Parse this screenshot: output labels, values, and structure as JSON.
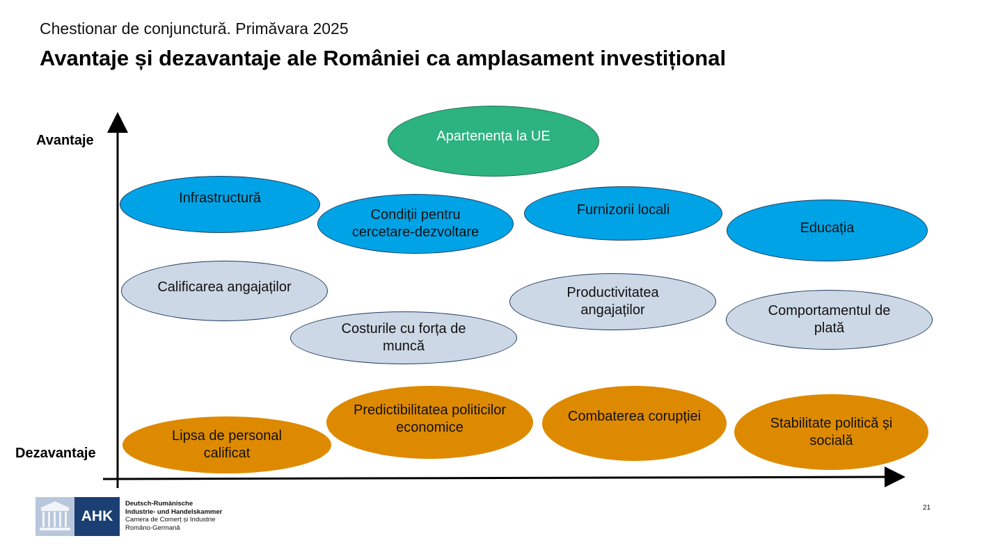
{
  "header": {
    "subtitle": "Chestionar de conjunctură. Primăvara 2025",
    "title": "Avantaje și dezavantaje ale României ca amplasament investițional"
  },
  "axis": {
    "top_label": "Avantaje",
    "bottom_label": "Dezavantaje"
  },
  "colors": {
    "green": "#2db37f",
    "blue": "#00a3e6",
    "grey": "#cdd8e6",
    "orange": "#de8a00"
  },
  "bubbles": [
    {
      "text": "Apartenența la UE",
      "category": "green"
    },
    {
      "text": "Infrastructură",
      "category": "blue"
    },
    {
      "text": "Condiții pentru cercetare-dezvoltare",
      "category": "blue"
    },
    {
      "text": "Furnizorii locali",
      "category": "blue"
    },
    {
      "text": "Educația",
      "category": "blue"
    },
    {
      "text": "Calificarea angajaților",
      "category": "grey"
    },
    {
      "text": "Productivitatea angajaților",
      "category": "grey"
    },
    {
      "text": "Costurile cu forța de muncă",
      "category": "grey"
    },
    {
      "text": "Comportamentul de plată",
      "category": "grey"
    },
    {
      "text": "Predictibilitatea politicilor economice",
      "category": "orange"
    },
    {
      "text": "Combaterea corupției",
      "category": "orange"
    },
    {
      "text": "Stabilitate politică și socială",
      "category": "orange"
    },
    {
      "text": "Lipsa de personal calificat",
      "category": "orange"
    }
  ],
  "footer": {
    "logo_text": "AHK",
    "org_lines": [
      "Deutsch-Rumänische",
      "Industrie- und Handelskammer",
      "Camera de Comerț și Industrie",
      "Româno-Germană"
    ],
    "page_number": "21"
  }
}
